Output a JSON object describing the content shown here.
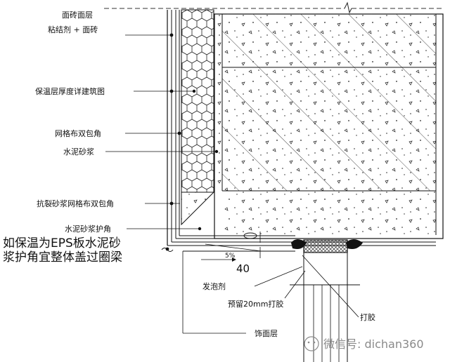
{
  "labels": {
    "tile_layer": "面砖面层",
    "adhesive_tile": "粘结剂 + 面砖",
    "insulation": "保温层厚度详建筑图",
    "mesh_double": "网格布双包角",
    "cement_mortar": "水泥砂浆",
    "anticrack_mesh": "抗裂砂浆网格布双包角",
    "mortar_corner": "水泥砂浆护角",
    "foam_agent": "发泡剂",
    "reserve_gap": "预留20mm打胶",
    "sealant": "打胶",
    "finish_layer": "饰面层"
  },
  "note": {
    "line1": "如保温为EPS板水泥砂",
    "line2": "浆护角宜整体盖过圈梁"
  },
  "dimensions": {
    "slope": "5%",
    "size": "40"
  },
  "watermark": {
    "text": "微信号: dichan360"
  },
  "colors": {
    "line": "#111111",
    "watermark": "#8a8a8a"
  }
}
